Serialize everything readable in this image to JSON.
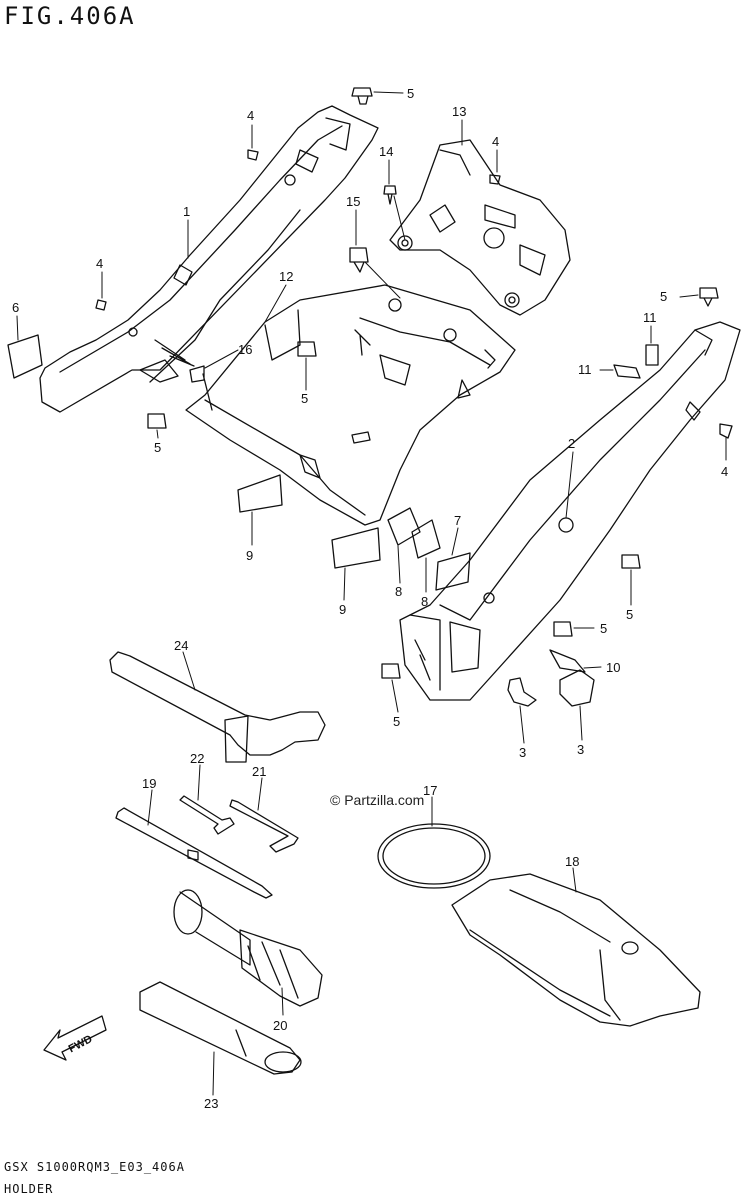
{
  "title": "FIG.406A",
  "watermark": "© Partzilla.com",
  "footer": {
    "code": "GSX S1000RQM3_E03_406A",
    "name": "HOLDER"
  },
  "fwd_label": "FWD",
  "callouts": [
    {
      "id": "c5a",
      "text": "5"
    },
    {
      "id": "c4a",
      "text": "4"
    },
    {
      "id": "c13",
      "text": "13"
    },
    {
      "id": "c4b",
      "text": "4"
    },
    {
      "id": "c14",
      "text": "14"
    },
    {
      "id": "c1",
      "text": "1"
    },
    {
      "id": "c15",
      "text": "15"
    },
    {
      "id": "c4c",
      "text": "4"
    },
    {
      "id": "c12",
      "text": "12"
    },
    {
      "id": "c5b",
      "text": "5"
    },
    {
      "id": "c6",
      "text": "6"
    },
    {
      "id": "c11a",
      "text": "11"
    },
    {
      "id": "c11b",
      "text": "11"
    },
    {
      "id": "c16",
      "text": "16"
    },
    {
      "id": "c5c",
      "text": "5"
    },
    {
      "id": "c5d",
      "text": "5"
    },
    {
      "id": "c4d",
      "text": "4"
    },
    {
      "id": "c2",
      "text": "2"
    },
    {
      "id": "c9a",
      "text": "9"
    },
    {
      "id": "c7",
      "text": "7"
    },
    {
      "id": "c8a",
      "text": "8"
    },
    {
      "id": "c8b",
      "text": "8"
    },
    {
      "id": "c9b",
      "text": "9"
    },
    {
      "id": "c5e",
      "text": "5"
    },
    {
      "id": "c5f",
      "text": "5"
    },
    {
      "id": "c10",
      "text": "10"
    },
    {
      "id": "c24",
      "text": "24"
    },
    {
      "id": "c5g",
      "text": "5"
    },
    {
      "id": "c3a",
      "text": "3"
    },
    {
      "id": "c3b",
      "text": "3"
    },
    {
      "id": "c22",
      "text": "22"
    },
    {
      "id": "c21",
      "text": "21"
    },
    {
      "id": "c19",
      "text": "19"
    },
    {
      "id": "c17",
      "text": "17"
    },
    {
      "id": "c18",
      "text": "18"
    },
    {
      "id": "c20",
      "text": "20"
    },
    {
      "id": "c23",
      "text": "23"
    }
  ]
}
